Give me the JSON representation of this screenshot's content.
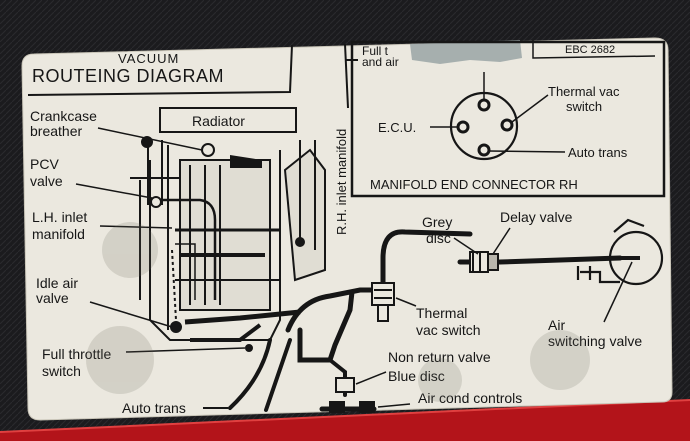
{
  "label": {
    "title_top": "VACUUM",
    "title_main": "ROUTEING DIAGRAM",
    "ref": "EBC 2682",
    "torn_text_1": "Full t",
    "torn_text_2": "and air",
    "radiator": "Radiator",
    "crankcase_breather": [
      "Crankcase",
      "breather"
    ],
    "pcv_valve": [
      "PCV",
      "valve"
    ],
    "lh_inlet_manifold": [
      "L.H. inlet",
      "manifold"
    ],
    "idle_air_valve": [
      "Idle air",
      "valve"
    ],
    "full_throttle_switch": [
      "Full throttle",
      "switch"
    ],
    "auto_trans_bottom": "Auto trans",
    "rh_inlet_manifold": "R.H. inlet manifold",
    "thermal_vac_switch_top": [
      "Thermal vac",
      "switch"
    ],
    "ecu": "E.C.U.",
    "auto_trans_connector": "Auto trans",
    "manifold_end_connector": "MANIFOLD END CONNECTOR RH",
    "grey_disc": [
      "Grey",
      "disc"
    ],
    "delay_valve": "Delay valve",
    "thermal_vac_switch_mid": [
      "Thermal",
      "vac switch"
    ],
    "air_switching_valve": [
      "Air",
      "switching valve"
    ],
    "non_return_valve": [
      "Non return valve",
      "Blue disc"
    ],
    "air_cond_controls": "Air cond controls"
  },
  "colors": {
    "label_background": "#ebe8df",
    "ink": "#161616",
    "frame_red": "#b3141a",
    "background_dark": "#1a1a1c"
  }
}
